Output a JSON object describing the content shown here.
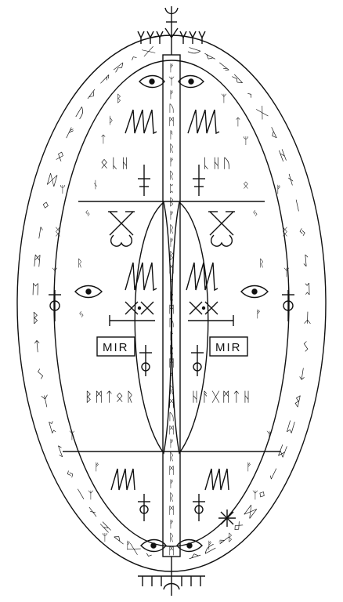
{
  "diagram": {
    "left_word": "ᛒᛗᛏᛟᚱ",
    "right_word": "ᚺᚨᚷᛗᛏᚺ",
    "upper_left_word": "ᛟᚳᚺ",
    "upper_right_word": "ᚳᚺᚢ",
    "left_box_text": "MIR",
    "right_box_text": "MIR",
    "stroke_color": "#111111",
    "background_color": "#ffffff",
    "ring_runes": [
      "ᚠ",
      "ᚢ",
      "ᚦ",
      "ᚨ",
      "ᚱ",
      "ᚲ",
      "ᚷ",
      "ᚹ",
      "ᚺ",
      "ᚾ",
      "ᛁ",
      "ᛃ",
      "ᛇ",
      "ᛈ",
      "ᛉ",
      "ᛊ",
      "ᛏ",
      "ᛒ",
      "ᛖ",
      "ᛗ",
      "ᛚ",
      "ᛜ",
      "ᛞ",
      "ᛟ"
    ],
    "spine_runes": [
      "ᚠ",
      "ᛉ",
      "ᚠ",
      "ᚢ",
      "ᛗ",
      "ᚨ",
      "ᚱ",
      "ᚠ",
      "ᚱ",
      "ᛈ",
      "ᛒ",
      "ᚠ",
      "ᚱ",
      "ᚠ",
      "ᛒ",
      "ᛗ",
      "ᚠ",
      "ᚱ",
      "ᛗ",
      "ᚢ",
      "ᚠ",
      "ᚱ",
      "ᛗ",
      "ᚠ",
      "ᚱ",
      "ᛗ",
      "ᚢ",
      "ᛗ",
      "ᚠ",
      "ᚱ",
      "ᛗ",
      "ᚠ",
      "ᚱ",
      "ᛗ",
      "ᚠ",
      "ᚱ",
      "ᛗ"
    ]
  }
}
